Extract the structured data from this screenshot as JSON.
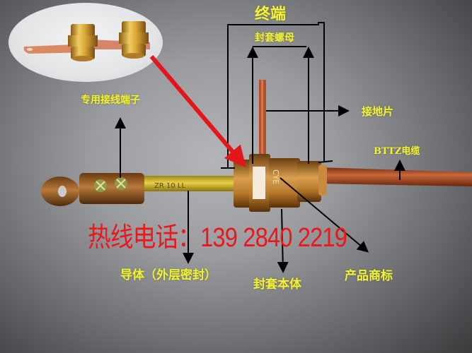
{
  "title": "终端",
  "labels": {
    "gland_nut": "封套螺母",
    "dedicated_terminal": "专用接线端子",
    "earth_tag": "接地片",
    "cable": "BTTZ电缆",
    "conductor": "导体（外层密封）",
    "gland_body": "封套本体",
    "product_mark": "产品商标"
  },
  "hotline": {
    "label": "热线电话：",
    "number": "139 2840 2219"
  },
  "conductor_markings": "ZR 10 LL",
  "colors": {
    "label_text": "#f2f23a",
    "hotline_text": "#e8181c",
    "pointer_arrow": "#e3161b",
    "leader_lines": "#000000",
    "brass": "#c8923e",
    "copper_cable": "#b4552a",
    "conductor_yellow": "#d8c23a",
    "background": "#9a9b9e"
  },
  "icons": {
    "inset_photo": "brass-cable-gland-pair-photo",
    "red_pointer": "red-arrow-icon",
    "leader_arrows": "black-arrow-icon"
  }
}
